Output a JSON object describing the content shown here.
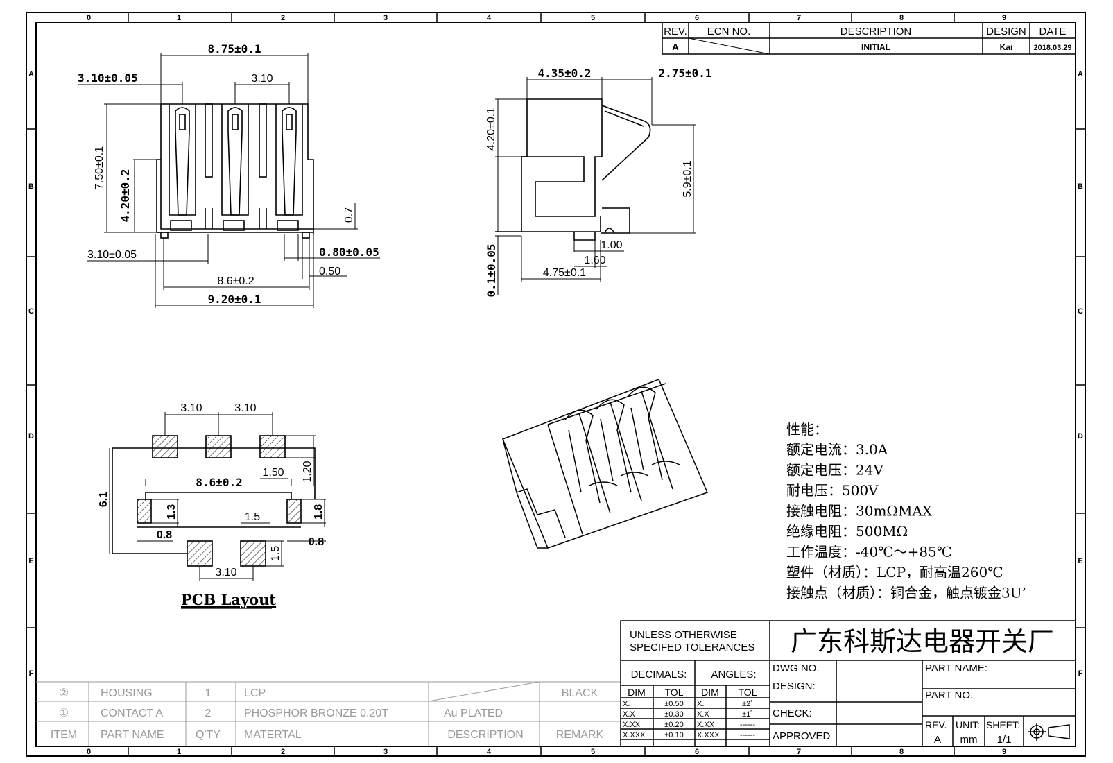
{
  "border": {
    "columns": [
      "0",
      "1",
      "2",
      "3",
      "4",
      "5",
      "6",
      "7",
      "8",
      "9"
    ],
    "rows": [
      "A",
      "B",
      "C",
      "D",
      "E",
      "F"
    ]
  },
  "revision_table": {
    "headers": {
      "rev": "REV.",
      "ecn": "ECN NO.",
      "description": "DESCRIPTION",
      "design": "DESIGN",
      "date": "DATE"
    },
    "row": {
      "rev": "A",
      "description": "INITIAL",
      "design": "Kai",
      "date": "2018.03.29"
    }
  },
  "front_view": {
    "dims": {
      "width_top": "8.75±0.1",
      "pitch_left": "3.10±0.05",
      "pitch_right": "3.10",
      "height_total": "7.50±0.1",
      "height_inner": "4.20±0.2",
      "foot_height": "0.7",
      "left_offset": "3.10±0.05",
      "pad_width": "0.80±0.05",
      "pad_gap": "0.50",
      "span": "8.6±0.2",
      "width_bottom": "9.20±0.1"
    }
  },
  "side_view": {
    "dims": {
      "body_depth": "4.35±0.2",
      "spring": "2.75±0.1",
      "body_height": "4.20±0.1",
      "spring_height": "5.9±0.1",
      "base": "0.1±0.05",
      "d1": "1.00",
      "d2": "1.60",
      "depth": "4.75±0.1"
    }
  },
  "pcb_layout": {
    "title": "PCB Layout",
    "dims": {
      "pitch1": "3.10",
      "pitch2": "3.10",
      "span": "8.6±0.2",
      "pad_len": "1.50",
      "pad_h": "1.20",
      "height": "6.1",
      "side_pad": "1.3",
      "side_pad_r": "1.8",
      "gap": "1.5",
      "left_w": "0.8",
      "right_w": "0.8",
      "bottom_pad": "1.5",
      "bottom_pitch": "3.10"
    }
  },
  "specifications": {
    "heading": "性能：",
    "lines": [
      "额定电流：3.0A",
      "额定电压：24V",
      "耐电压：500V",
      "接触电阻：30mΩMAX",
      "绝缘电阻：500MΩ",
      "工作温度：-40℃～+85℃",
      "塑件（材质）：LCP，耐高温260℃",
      "接触点（材质）：铜合金，触点镀金3U’"
    ]
  },
  "parts_list": {
    "rows": [
      {
        "item": "②",
        "part_name": "HOUSING",
        "qty": "1",
        "material": "LCP",
        "description": "",
        "remark": "BLACK"
      },
      {
        "item": "①",
        "part_name": "CONTACT A",
        "qty": "2",
        "material": "PHOSPHOR BRONZE 0.20T",
        "description": "Au PLATED",
        "remark": ""
      }
    ],
    "header": {
      "item": "ITEM",
      "part_name": "PART NAME",
      "qty": "Q'TY",
      "material": "MATERTAL",
      "description": "DESCRIPTION",
      "remark": "REMARK"
    }
  },
  "title_block": {
    "tolerance_note_1": "UNLESS OTHERWISE",
    "tolerance_note_2": "SPECIFED TOLERANCES",
    "company": "广东科斯达电器开关厂",
    "decimals": "DECIMALS:",
    "angles": "ANGLES:",
    "dim": "DIM",
    "tol": "TOL",
    "decimal_rows": [
      [
        "X.",
        "±0.50"
      ],
      [
        "X.X",
        "±0.30"
      ],
      [
        "X.XX",
        "±0.20"
      ],
      [
        "X.XXX",
        "±0.10"
      ]
    ],
    "angle_rows": [
      [
        "X.",
        "±2˚"
      ],
      [
        "X.X",
        "±1˚"
      ],
      [
        "X.XX",
        "------"
      ],
      [
        "X.XXX",
        "------"
      ]
    ],
    "labels": {
      "dwg_no": "DWG NO.",
      "design": "DESIGN:",
      "check": "CHECK:",
      "approved": "APPROVED",
      "part_name": "PART NAME:",
      "part_no": "PART NO.",
      "rev": "REV.",
      "unit": "UNIT:",
      "sheet": "SHEET:"
    },
    "values": {
      "rev": "A",
      "unit": "mm",
      "sheet": "1/1"
    }
  }
}
